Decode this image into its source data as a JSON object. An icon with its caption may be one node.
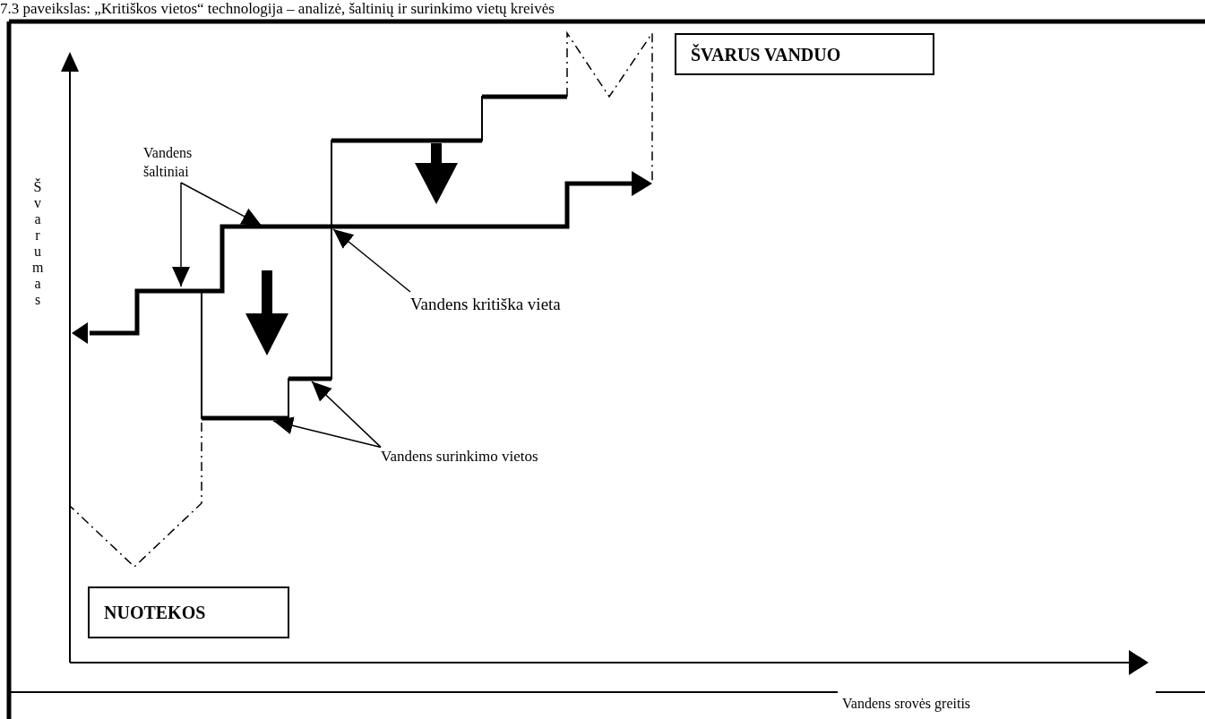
{
  "diagram": {
    "title": "7.3 paveikslas: „Kritiškos vietos“ technologija – analizė, šaltinių ir surinkimo vietų kreivės",
    "nodes": [
      {
        "text": [
          "ŠVARUS VANDUO"
        ]
      },
      {
        "text": [
          "NUOTEKOS"
        ]
      },
      {
        "text": [
          "Vandens šaltiniai"
        ]
      },
      {
        "text": [
          "Vandens kritiška vieta"
        ]
      },
      {
        "text": [
          "Vandens surinkimo vietos"
        ]
      }
    ],
    "edges": [
      {
        "from": 2,
        "to": null,
        "arrow": "to"
      },
      {
        "from": 2,
        "to": null,
        "arrow": "to"
      },
      {
        "from": 3,
        "to": null,
        "arrow": "to"
      },
      {
        "from": 4,
        "to": null,
        "arrow": "to"
      },
      {
        "from": 4,
        "to": null,
        "arrow": "to"
      }
    ],
    "labels": [
      "Švarumas",
      "Vandens srovės greitis"
    ]
  }
}
